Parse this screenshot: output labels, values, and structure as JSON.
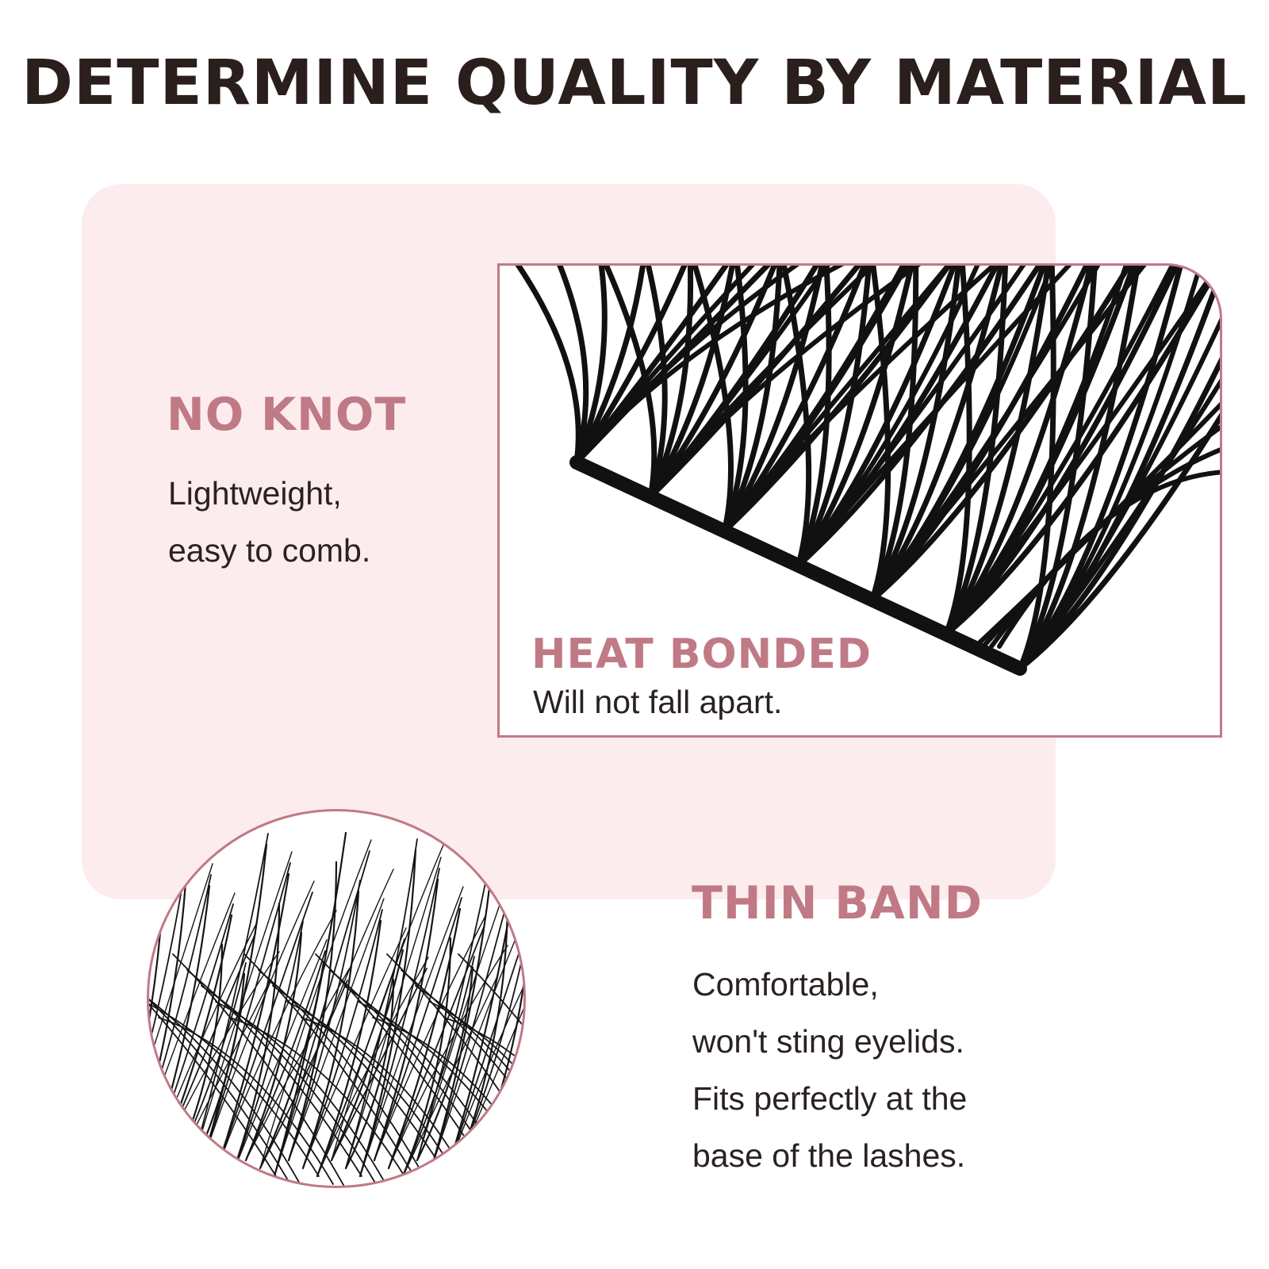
{
  "title": "DETERMINE QUALITY BY MATERIAL",
  "colors": {
    "accent": "#c07a85",
    "panel": "#fdeced",
    "text": "#2a2220",
    "title": "#2a1f1c"
  },
  "no_knot": {
    "heading": "NO KNOT",
    "lines": [
      "Lightweight,",
      "easy to comb."
    ]
  },
  "heat_bonded": {
    "heading": "HEAT BONDED",
    "body": "Will not fall apart."
  },
  "thin_band": {
    "heading": "THIN BAND",
    "lines": [
      "Comfortable,",
      "won't sting eyelids.",
      "Fits perfectly at the",
      "base of the lashes."
    ]
  }
}
